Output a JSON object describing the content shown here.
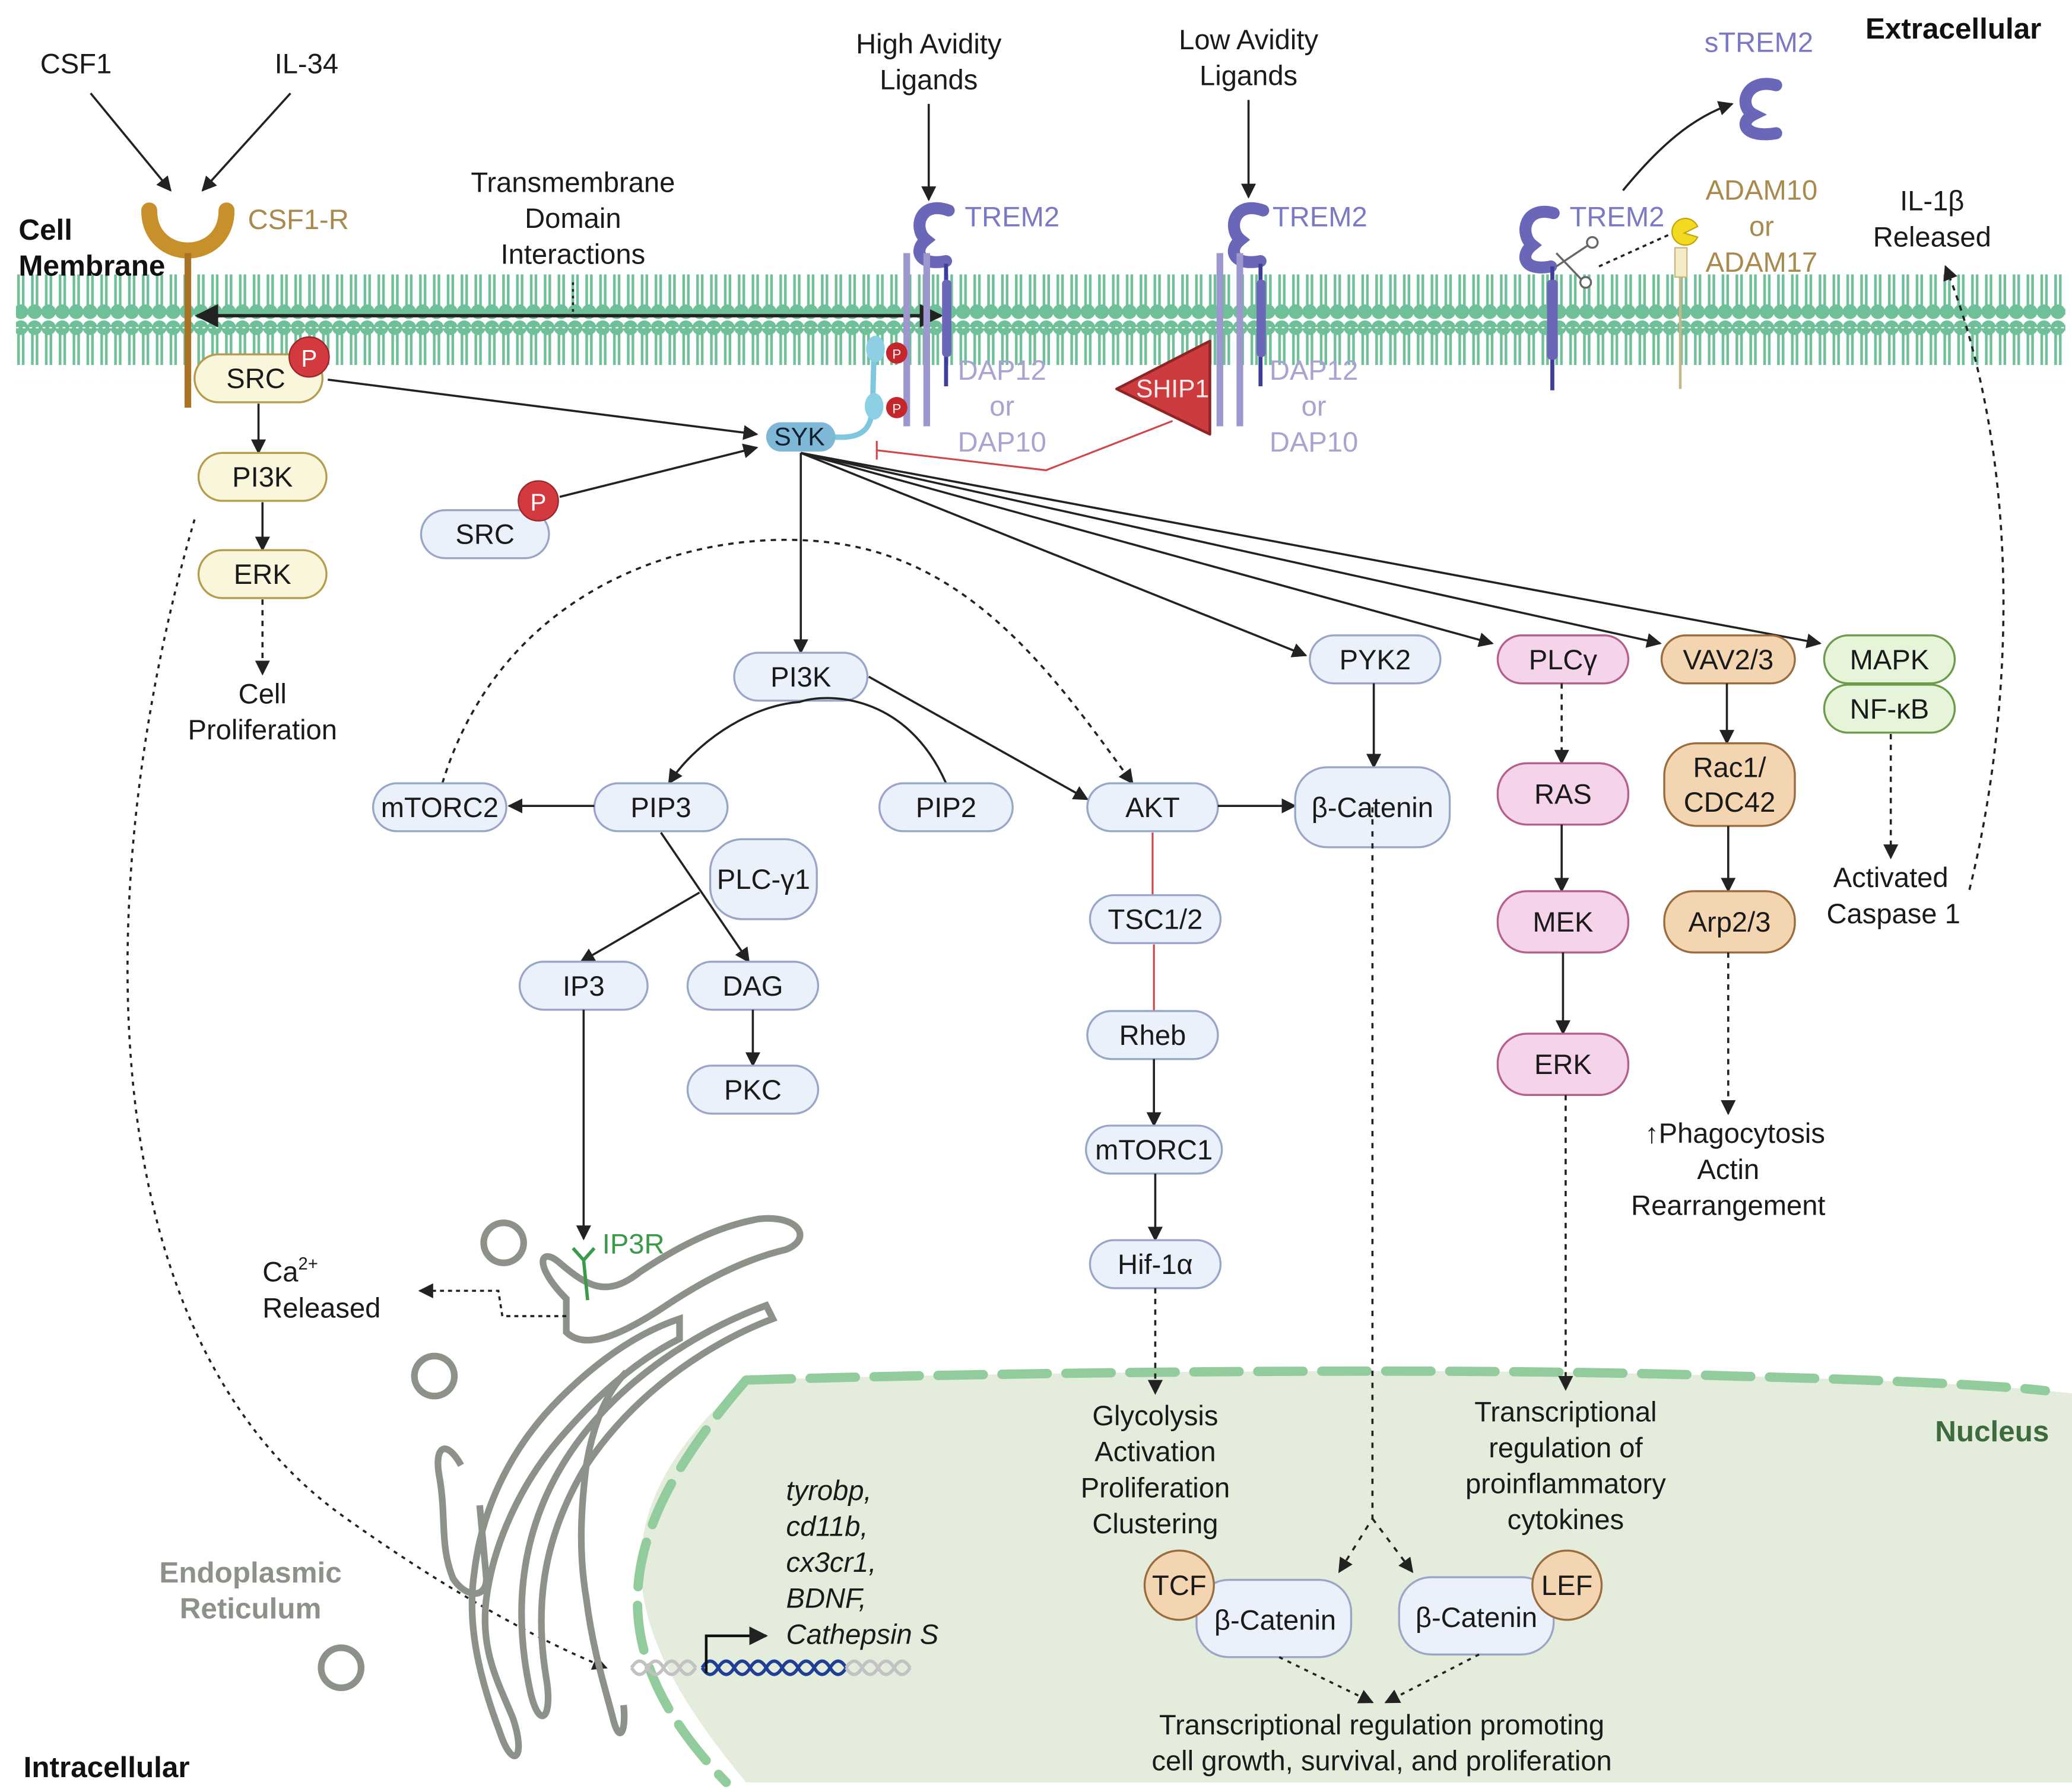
{
  "regions": {
    "extracellular": "Extracellular",
    "intracellular": "Intracellular",
    "cell_membrane": [
      "Cell",
      "Membrane"
    ],
    "nucleus": "Nucleus",
    "endoplasmic_reticulum": [
      "Endoplasmic",
      "Reticulum"
    ]
  },
  "ligands": {
    "csf1": "CSF1",
    "il34": "IL-34",
    "high_avidity": [
      "High Avidity",
      "Ligands"
    ],
    "low_avidity": [
      "Low Avidity",
      "Ligands"
    ]
  },
  "receptors": {
    "csf1r": "CSF1-R",
    "trem2_a": "TREM2",
    "trem2_b": "TREM2",
    "trem2_c": "TREM2",
    "strem2": "sTREM2",
    "adam": [
      "ADAM10",
      "or",
      "ADAM17"
    ],
    "dap_a": [
      "DAP12",
      "or",
      "DAP10"
    ],
    "dap_b": [
      "DAP12",
      "or",
      "DAP10"
    ],
    "ship1": "SHIP1",
    "syk": "SYK",
    "phospho": "P"
  },
  "annotations": {
    "transmembrane": [
      "Transmembrane",
      "Domain",
      "Interactions"
    ],
    "il1b": [
      "IL-1β",
      "Released"
    ],
    "cell_proliferation": [
      "Cell",
      "Proliferation"
    ],
    "ca_released": {
      "base": "Ca",
      "sup": "2+",
      "line2": "Released"
    },
    "ip3r": "IP3R",
    "activated_caspase": [
      "Activated",
      "Caspase 1"
    ],
    "phagocytosis": [
      "↑Phagocytosis",
      "Actin",
      "Rearrangement"
    ],
    "glycolysis": [
      "Glycolysis",
      "Activation",
      "Proliferation",
      "Clustering"
    ],
    "proinflammatory": [
      "Transcriptional",
      "regulation of",
      "proinflammatory",
      "cytokines"
    ],
    "cell_growth": [
      "Transcriptional regulation promoting",
      "cell growth, survival, and proliferation"
    ],
    "genes": [
      "tyrobp,",
      "cd11b,",
      "cx3cr1,",
      "BDNF,",
      "Cathepsin S"
    ]
  },
  "nodes": {
    "src_membrane": "SRC",
    "pi3k_left": "PI3K",
    "erk_left": "ERK",
    "src_free": "SRC",
    "pi3k": "PI3K",
    "mtorc2": "mTORC2",
    "pip3": "PIP3",
    "pip2": "PIP2",
    "akt": "AKT",
    "plcg1": "PLC-γ1",
    "ip3": "IP3",
    "dag": "DAG",
    "pkc": "PKC",
    "tsc": "TSC1/2",
    "rheb": "Rheb",
    "mtorc1": "mTORC1",
    "hif1a": "Hif-1α",
    "pyk2": "PYK2",
    "bcatenin": "β-Catenin",
    "plcg": "PLCγ",
    "ras": "RAS",
    "mek": "MEK",
    "erk_right": "ERK",
    "vav": "VAV2/3",
    "rac1": [
      "Rac1/",
      "CDC42"
    ],
    "arp": "Arp2/3",
    "mapk": "MAPK",
    "nfkb": "NF-κB",
    "tcf": "TCF",
    "lef": "LEF",
    "bcat_tcf": "β-Catenin",
    "bcat_lef": "β-Catenin"
  },
  "colors": {
    "membrane": "#6fbf98",
    "trem2": "#6a67b8",
    "dap": "#9c97cc",
    "csf1r": "#c8902a",
    "ship1": "#cc3b3d",
    "phospho": "#d23a3f",
    "syk": "#7fb7d6",
    "nucleus": "#e4ecdc",
    "nuclear_envelope": "#93cc9c",
    "ip3r": "#3b9a4a",
    "dna_active": "#1f3f95"
  }
}
